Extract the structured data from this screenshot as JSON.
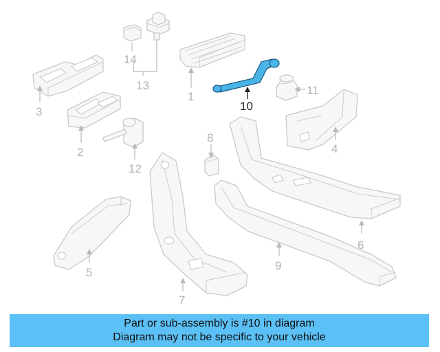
{
  "diagram": {
    "callouts": {
      "c1": "1",
      "c2": "2",
      "c3": "3",
      "c4": "4",
      "c5": "5",
      "c6": "6",
      "c7": "7",
      "c8": "8",
      "c9": "9",
      "c10": "10",
      "c11": "11",
      "c12": "12",
      "c13": "13",
      "c14": "14"
    },
    "highlighted_part": "10",
    "highlight_color": "#4ab3e8"
  },
  "banner": {
    "line1": "Part or sub-assembly is #10 in diagram",
    "line2": "Diagram may not be specific to your vehicle",
    "background": "#5bc0f5"
  }
}
